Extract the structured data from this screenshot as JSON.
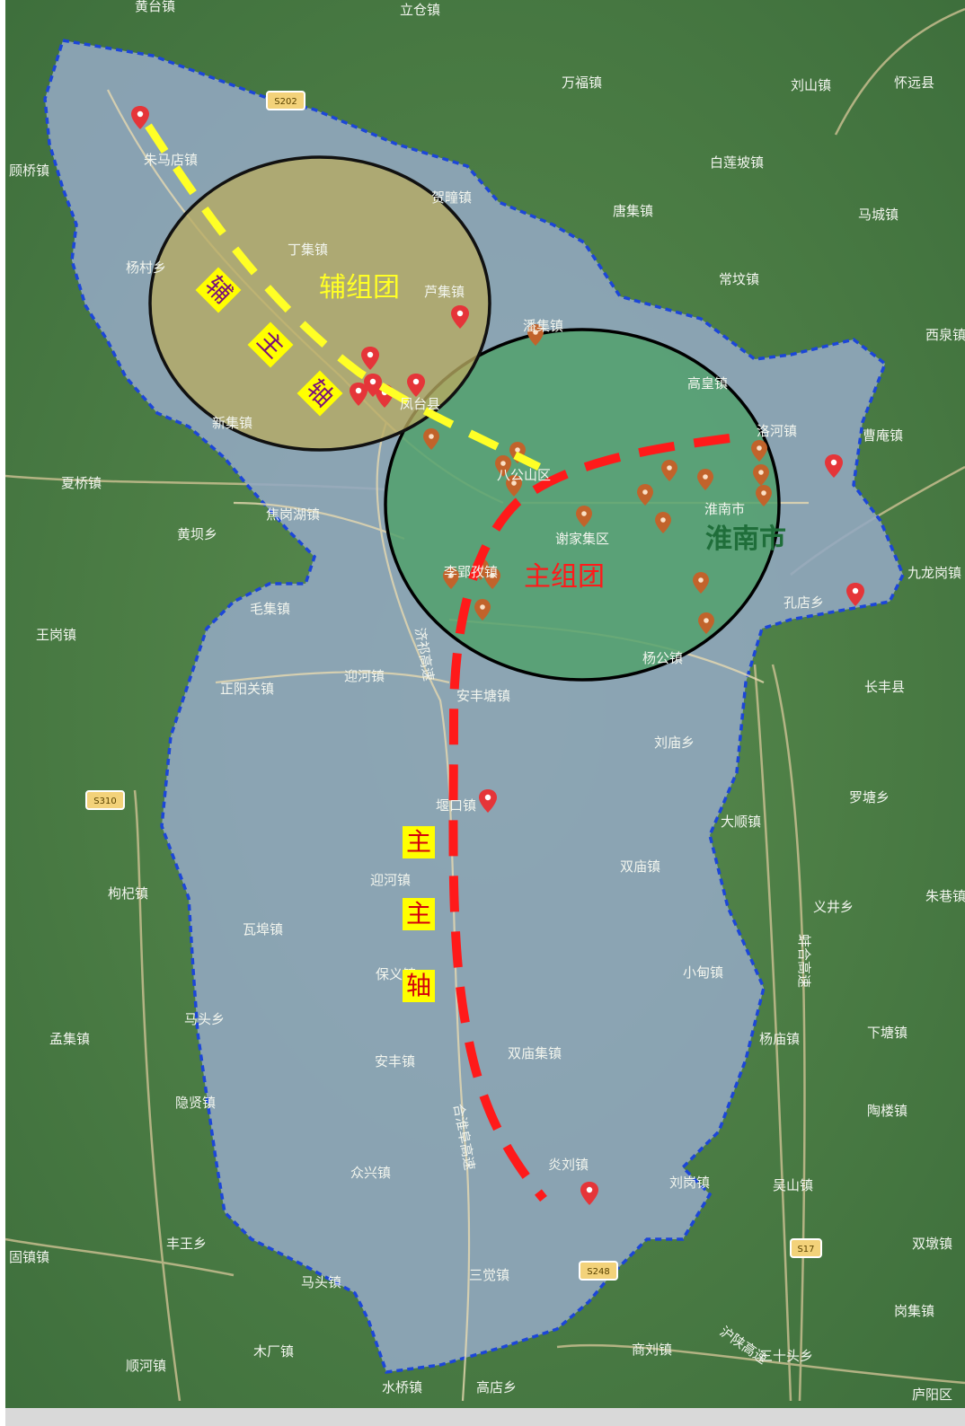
{
  "map": {
    "city_label": "淮南市",
    "colors": {
      "background": "#4a7f45",
      "district_fill": "#93a9c2",
      "main_cluster_fill": "#4fa06a",
      "aux_cluster_fill": "#b7aa62",
      "boundary": "#1c46d8",
      "main_axis": "#ff1a1a",
      "aux_axis": "#ffff26"
    },
    "places": [
      "黄台镇",
      "立仓镇",
      "万福镇",
      "刘山镇",
      "怀远县",
      "朱马店镇",
      "白莲坡镇",
      "顾桥镇",
      "贺疃镇",
      "唐集镇",
      "马城镇",
      "丁集镇",
      "芦集镇",
      "常坟镇",
      "西泉镇",
      "杨村乡",
      "新集镇",
      "潘集镇",
      "高皇镇",
      "洛河镇",
      "曹庵镇",
      "夏桥镇",
      "八公山区",
      "淮南市",
      "谢家集区",
      "焦岗湖镇",
      "黄坝乡",
      "凤台县",
      "主组团",
      "九龙岗镇",
      "李郢孜镇",
      "孔店乡",
      "毛集镇",
      "王岗镇",
      "杨公镇",
      "正阳关镇",
      "迎河镇",
      "安丰塘镇",
      "堰口镇",
      "保义镇",
      "刘庙乡",
      "长丰县",
      "罗塘乡",
      "大顺镇",
      "双庙集镇",
      "炎刘镇",
      "刘岗镇",
      "义井乡",
      "朱巷镇",
      "小甸镇",
      "杨庙镇",
      "下塘镇",
      "陶楼镇",
      "孟集镇",
      "马头乡",
      "隐贤镇",
      "安丰镇",
      "众兴镇",
      "吴山镇",
      "双墩镇",
      "岗集镇",
      "丰王乡",
      "马头镇",
      "三觉镇",
      "固镇镇",
      "瓦埠镇",
      "木厂镇",
      "顺河镇",
      "三十头乡",
      "商刘镇",
      "高店乡",
      "水桥镇",
      "庐阳区",
      "迎河镇",
      "枸杞镇",
      "双庙镇"
    ],
    "road_shields": [
      "S202",
      "S310",
      "S17",
      "S248"
    ],
    "highway_labels": [
      "济祁高速",
      "合淮阜高速",
      "蚌合高速",
      "沪陕高速"
    ],
    "clusters": {
      "main": "主组团",
      "aux": "辅组团"
    },
    "axes": {
      "main_chars": [
        "主",
        "主",
        "轴"
      ],
      "aux_chars": [
        "辅",
        "主",
        "轴"
      ]
    },
    "icons": [
      "map-pin-icon"
    ]
  }
}
